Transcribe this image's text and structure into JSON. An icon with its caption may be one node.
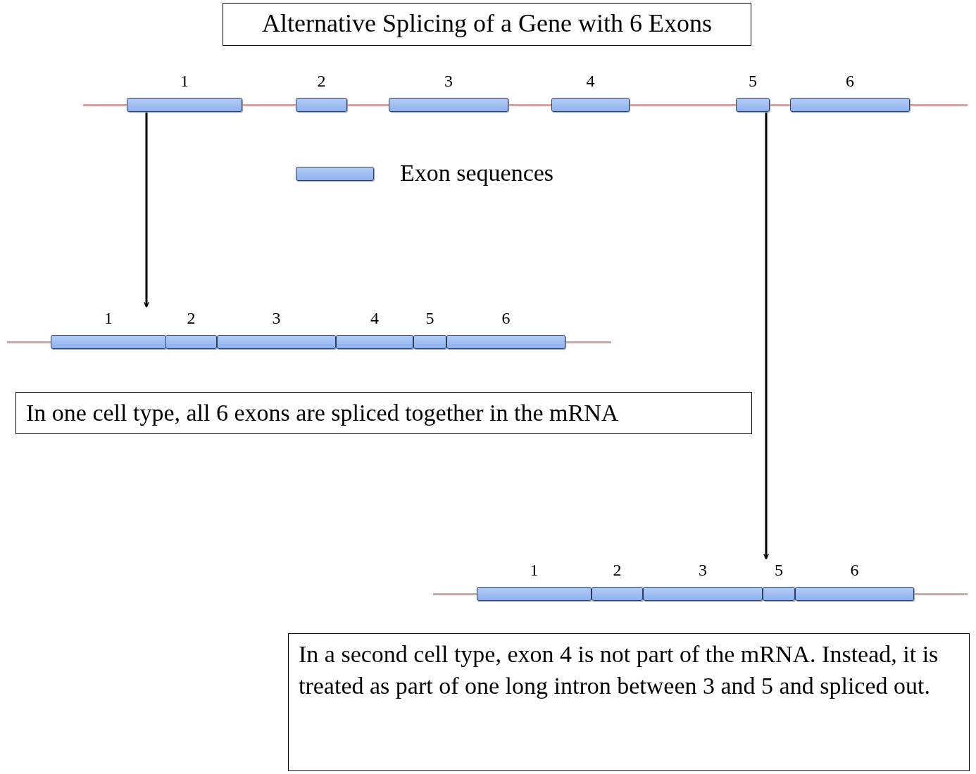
{
  "diagram": {
    "title": "Alternative Splicing of a Gene with 6 Exons",
    "nodes": [
      {
        "text": [],
        "shape": "bar"
      },
      {
        "text": [
          "1"
        ]
      },
      {
        "text": [
          "2"
        ]
      },
      {
        "text": [
          "3"
        ]
      },
      {
        "text": [
          "4"
        ]
      },
      {
        "text": [
          "5"
        ]
      },
      {
        "text": [
          "6"
        ]
      },
      {
        "text": [],
        "shape": "bar"
      },
      {
        "text": [
          "1"
        ]
      },
      {
        "text": [
          "2"
        ]
      },
      {
        "text": [
          "3"
        ]
      },
      {
        "text": [
          "4"
        ]
      },
      {
        "text": [
          "5"
        ]
      },
      {
        "text": [
          "6"
        ]
      },
      {
        "text": [
          "In one cell type, all 6 exons are spliced together in the mRNA"
        ]
      },
      {
        "text": [],
        "shape": "bar"
      },
      {
        "text": [
          "1"
        ]
      },
      {
        "text": [
          "2"
        ]
      },
      {
        "text": [
          "3"
        ]
      },
      {
        "text": [
          "5"
        ]
      },
      {
        "text": [
          "6"
        ]
      },
      {
        "text": [
          "In a second cell type, exon 4 is not part of the mRNA. Instead, it is treated as part of one long intron between 3 and 5 and spliced out."
        ]
      }
    ],
    "edges": [
      {
        "from": 1,
        "to": 8,
        "arrow": "to"
      },
      {
        "from": 5,
        "to": 19,
        "arrow": "to"
      }
    ],
    "legend": [
      {
        "text": "Exon sequences",
        "color": "#8eb1ee"
      }
    ]
  }
}
